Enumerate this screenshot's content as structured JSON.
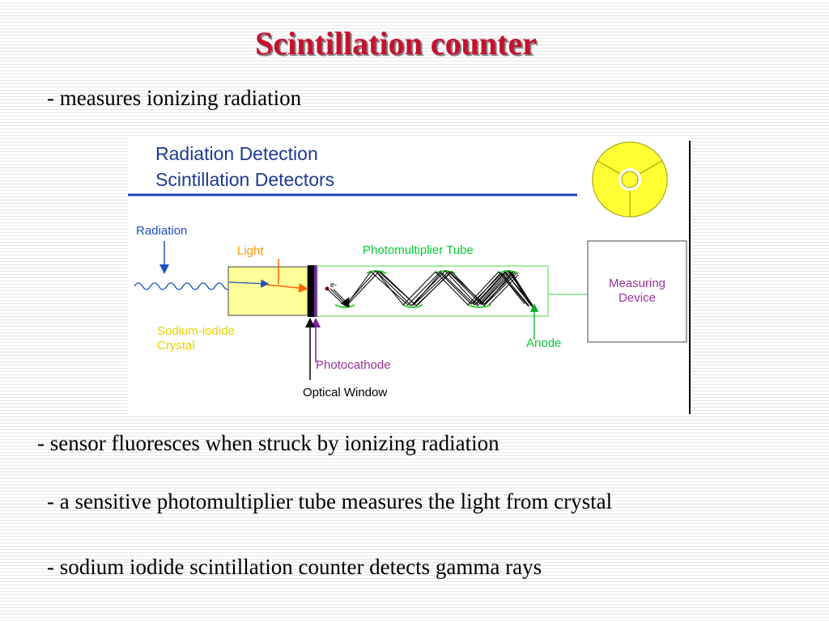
{
  "slide": {
    "title": "Scintillation counter",
    "bullets": [
      "-  measures ionizing radiation",
      "-  sensor fluoresces when struck by ionizing radiation",
      "-  a sensitive photomultiplier tube measures the light from crystal",
      "-  sodium iodide scintillation counter detects gamma rays"
    ]
  },
  "diagram": {
    "header_line1": "Radiation Detection",
    "header_line2": "Scintillation Detectors",
    "radiation": "Radiation",
    "light": "Light",
    "photomultiplier_tube": "Photomultiplier Tube",
    "electron": "e-",
    "measuring_line1": "Measuring",
    "measuring_line2": "Device",
    "crystal_line1": "Sodium-iodide",
    "crystal_line2": "Crystal",
    "anode": "Anode",
    "photocathode": "Photocathode",
    "optical_window": "Optical Window",
    "colors": {
      "title": "#c8102e",
      "header_text": "#1f3a93",
      "radiation_label": "#1f4fbf",
      "orange_label": "#ff9900",
      "green_label": "#00cc33",
      "purple_label": "#993399",
      "crystal_fill": "#ffff99",
      "tube_outline": "#66dd66",
      "radiation_symbol": "#ffff33"
    },
    "icons": [
      "radiation-symbol-icon"
    ]
  }
}
